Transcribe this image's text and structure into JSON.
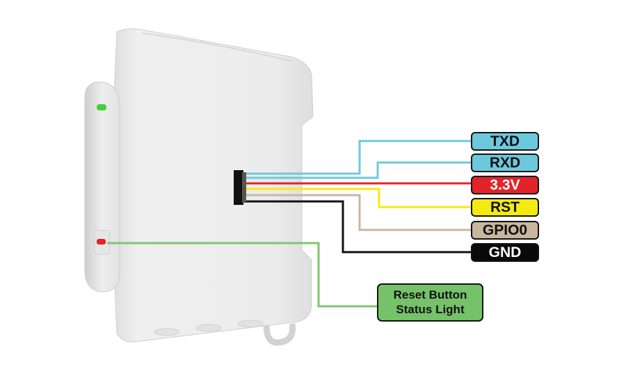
{
  "pins": [
    {
      "id": "txd",
      "label": "TXD",
      "bg": "#6cc9dd",
      "fg": "#111111",
      "wire": "#6cc9dd"
    },
    {
      "id": "rxd",
      "label": "RXD",
      "bg": "#6cc9dd",
      "fg": "#111111",
      "wire": "#6cc9dd"
    },
    {
      "id": "v33",
      "label": "3.3V",
      "bg": "#e3232a",
      "fg": "#ffffff",
      "wire": "#e3232a"
    },
    {
      "id": "rst",
      "label": "RST",
      "bg": "#f4ea12",
      "fg": "#111111",
      "wire": "#f4ea12"
    },
    {
      "id": "gpio0",
      "label": "GPIO0",
      "bg": "#c8b69e",
      "fg": "#111111",
      "wire": "#c8b69e"
    },
    {
      "id": "gnd",
      "label": "GND",
      "bg": "#0a0a0a",
      "fg": "#ffffff",
      "wire": "#111111"
    }
  ],
  "reset": {
    "line1": "Reset Button",
    "line2": "Status Light",
    "wire": "#7cc66e"
  },
  "colors": {
    "device_body": "#ececec",
    "device_shadow": "#d6d6d6",
    "status_led": "#3fd23a",
    "reset_led": "#e3232a"
  }
}
